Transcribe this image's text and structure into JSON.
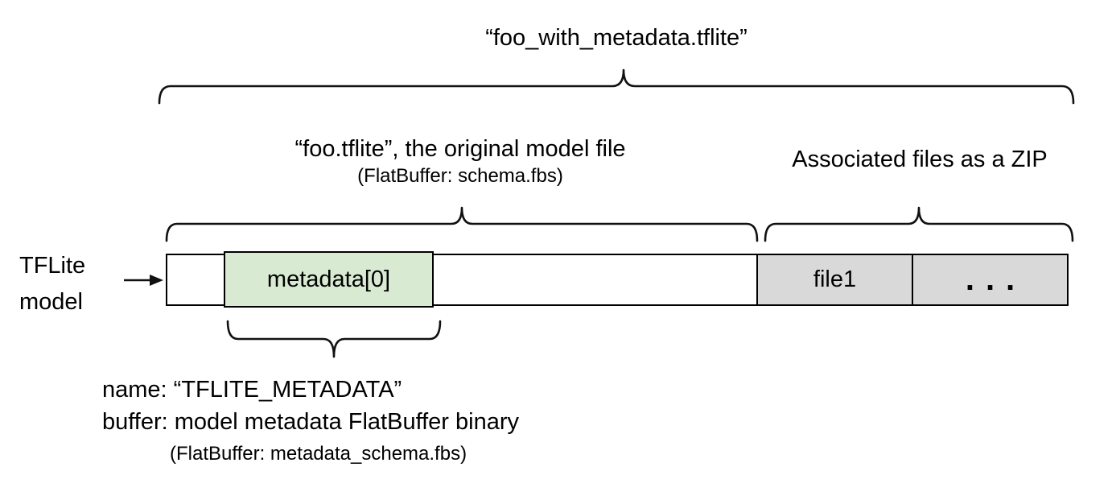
{
  "title": "“foo_with_metadata.tflite”",
  "model_section": {
    "label": "“foo.tflite”, the original model file",
    "sublabel": "(FlatBuffer: schema.fbs)"
  },
  "zip_section": {
    "label": "Associated files as a ZIP"
  },
  "bar": {
    "left_label_line1": "TFLite",
    "left_label_line2": "model",
    "metadata_cell": "metadata[0]",
    "file1_cell": "file1",
    "dots_cell": "..."
  },
  "annotation": {
    "line1": "name: “TFLITE_METADATA”",
    "line2": "buffer: model metadata FlatBuffer binary",
    "line3": "(FlatBuffer: metadata_schema.fbs)"
  },
  "colors": {
    "metadata_fill": "#d9ead3",
    "associated_file_fill": "#d9d9d9",
    "stroke": "#000000"
  }
}
